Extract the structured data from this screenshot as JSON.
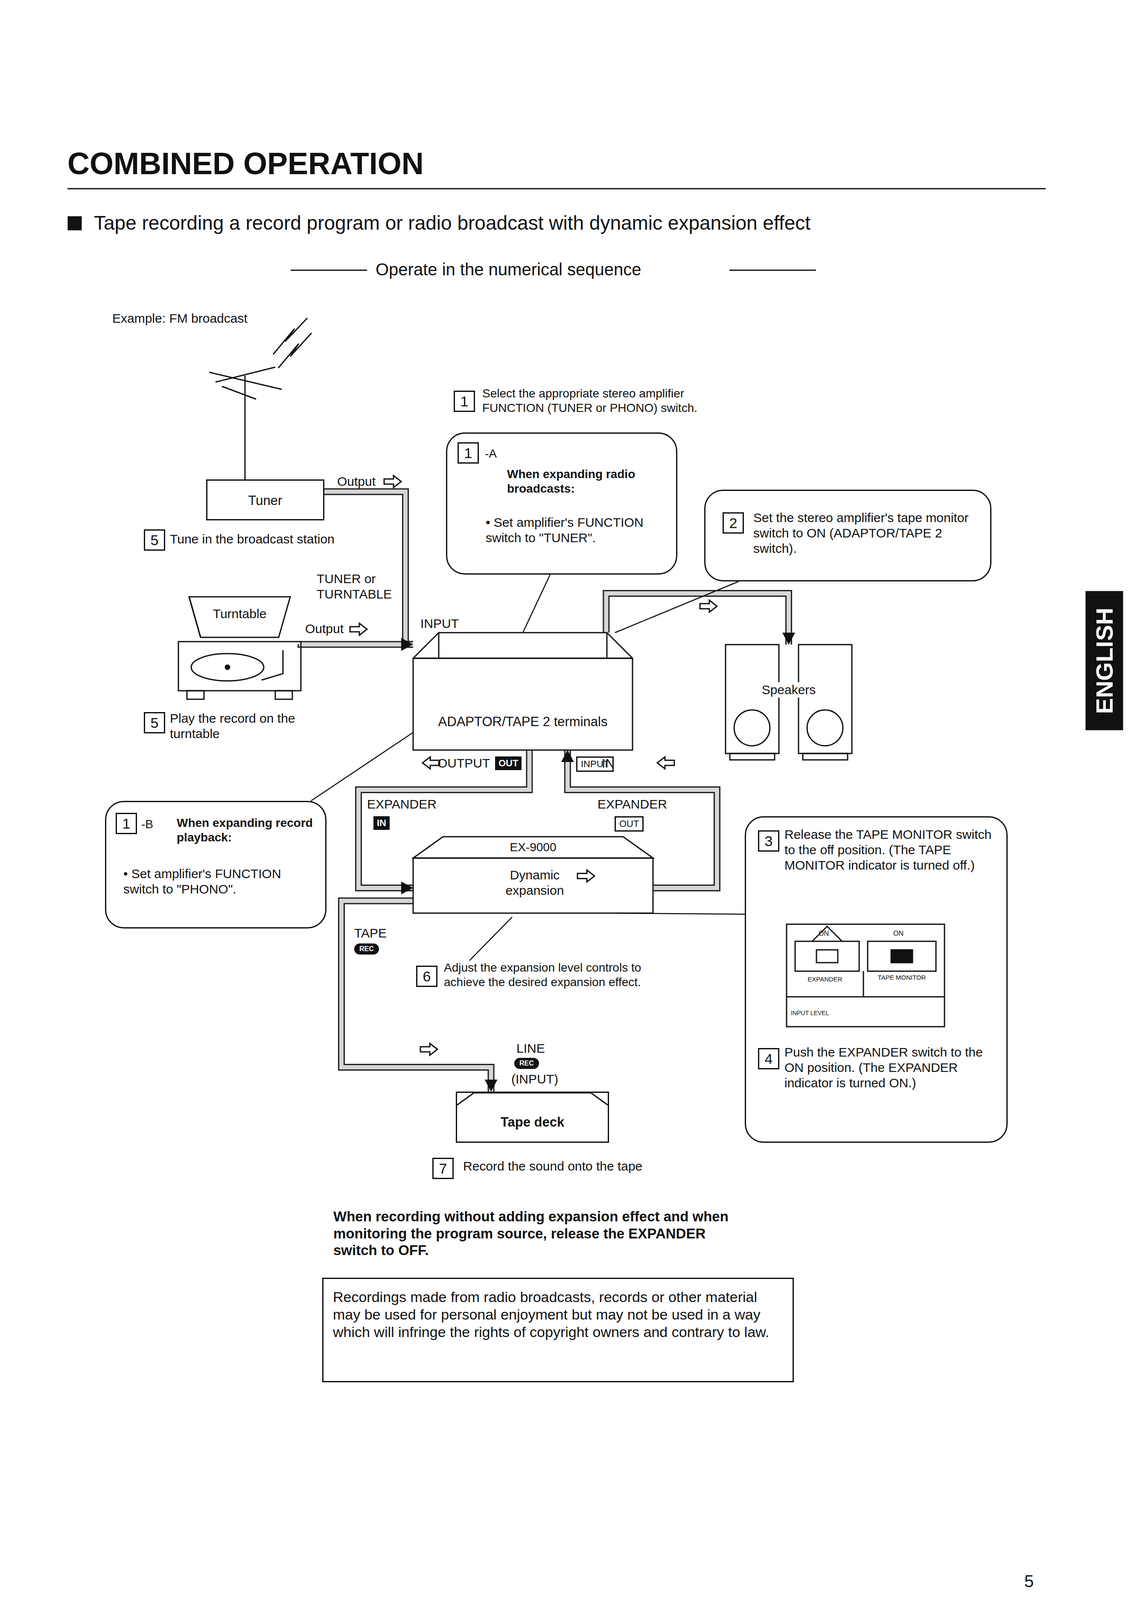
{
  "diagram": {
    "title": "COMBINED OPERATION",
    "nodes": [
      {
        "text": [
          "Tuner"
        ]
      },
      {
        "text": [
          "Turntable"
        ]
      },
      {
        "text": [
          "ADAPTOR/TAPE 2 terminals"
        ]
      },
      {
        "text": [
          "Speakers"
        ]
      },
      {
        "text": [
          "EX-9000",
          "Dynamic expansion"
        ]
      },
      {
        "text": [
          "Tape deck"
        ]
      },
      {
        "text": [
          "1",
          "-A",
          "When expanding radio broadcasts:",
          "• Set amplifier's FUNCTION switch to \"TUNER\"."
        ]
      },
      {
        "text": [
          "2",
          "Set the stereo amplifier's tape monitor switch to ON (ADAPTOR/TAPE 2 switch)."
        ]
      },
      {
        "text": [
          "1",
          "-B",
          "When expanding record playback:",
          "• Set amplifier's FUNCTION switch to \"PHONO\"."
        ]
      },
      {
        "text": [
          "3",
          "Release the TAPE MONITOR switch to the off position. (The TAPE MONITOR indicator is turned off.)",
          "4",
          "Push the EXPANDER switch to the ON position. (The EXPANDER indicator is turned ON.)"
        ]
      },
      {
        "text": [
          "ON",
          "ON",
          "EXPANDER",
          "TAPE MONITOR",
          "INPUT LEVEL"
        ],
        "in": 9
      },
      {
        "text": [
          "Recordings made from radio broadcasts, records or other material may be used for personal enjoyment but may not be used in a way which will infringe the rights of copyright owners and contrary to law."
        ]
      }
    ],
    "edges": [
      {
        "from": 0,
        "to": 2,
        "arrow": "to"
      },
      {
        "from": 1,
        "to": 2,
        "arrow": "to"
      },
      {
        "from": 2,
        "to": 3,
        "arrow": "to"
      },
      {
        "from": 2,
        "to": 4,
        "arrow": "to"
      },
      {
        "from": 4,
        "to": 2,
        "arrow": "to"
      },
      {
        "from": 4,
        "to": 5,
        "arrow": "to"
      },
      {
        "from": 6,
        "to": 2,
        "arrow": "none"
      },
      {
        "from": 7,
        "to": 2,
        "arrow": "none"
      },
      {
        "from": 8,
        "to": 2,
        "arrow": "none"
      },
      {
        "from": 9,
        "to": 4,
        "arrow": "none"
      }
    ],
    "labels": [
      "Tape recording a record program or radio broadcast with dynamic expansion effect",
      "Operate in the numerical sequence",
      "Example: FM broadcast",
      "5",
      "Tune in the broadcast station",
      "Output",
      "1",
      "Select the appropriate stereo amplifier FUNCTION (TUNER or PHONO) switch.",
      "TUNER or TURNTABLE",
      "Output",
      "INPUT",
      "5",
      "Play the record on the turntable",
      "OUTPUT",
      "OUT",
      "INPUT",
      "IN",
      "EXPANDER",
      "IN",
      "EXPANDER",
      "OUT",
      "TAPE",
      "REC",
      "6",
      "Adjust the expansion level controls to achieve the desired expansion effect.",
      "LINE",
      "REC",
      "(INPUT)",
      "7",
      "Record the sound onto the tape",
      "When recording without adding expansion effect and when monitoring the program source, release the EXPANDER switch to OFF.",
      "ENGLISH",
      "5"
    ]
  }
}
